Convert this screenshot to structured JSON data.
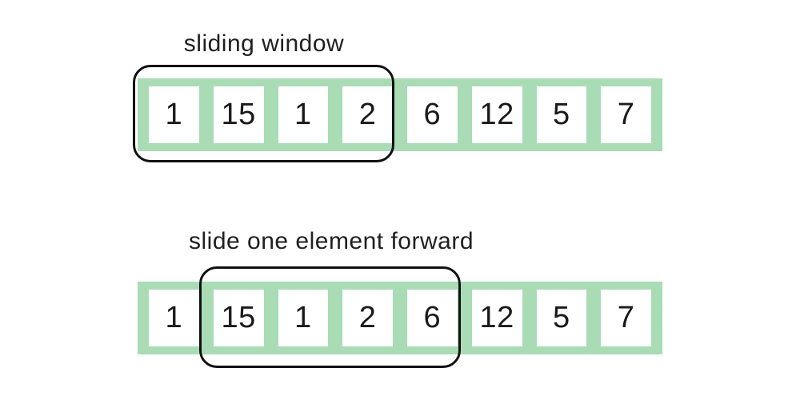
{
  "figure": {
    "topic": "sliding window technique",
    "array_values": [
      "1",
      "15",
      "1",
      "2",
      "6",
      "12",
      "5",
      "7"
    ],
    "diagrams": [
      {
        "title": "sliding window",
        "window_start_index": 0,
        "window_length": 4,
        "window_values": [
          "1",
          "15",
          "1",
          "2"
        ]
      },
      {
        "title": "slide one element forward",
        "window_start_index": 1,
        "window_length": 4,
        "window_values": [
          "15",
          "1",
          "2",
          "6"
        ]
      }
    ],
    "colors": {
      "strip_green": "#a9dcb5",
      "cell_white": "#ffffff",
      "window_border": "#111111",
      "text": "#202020",
      "background": "#ffffff"
    }
  }
}
